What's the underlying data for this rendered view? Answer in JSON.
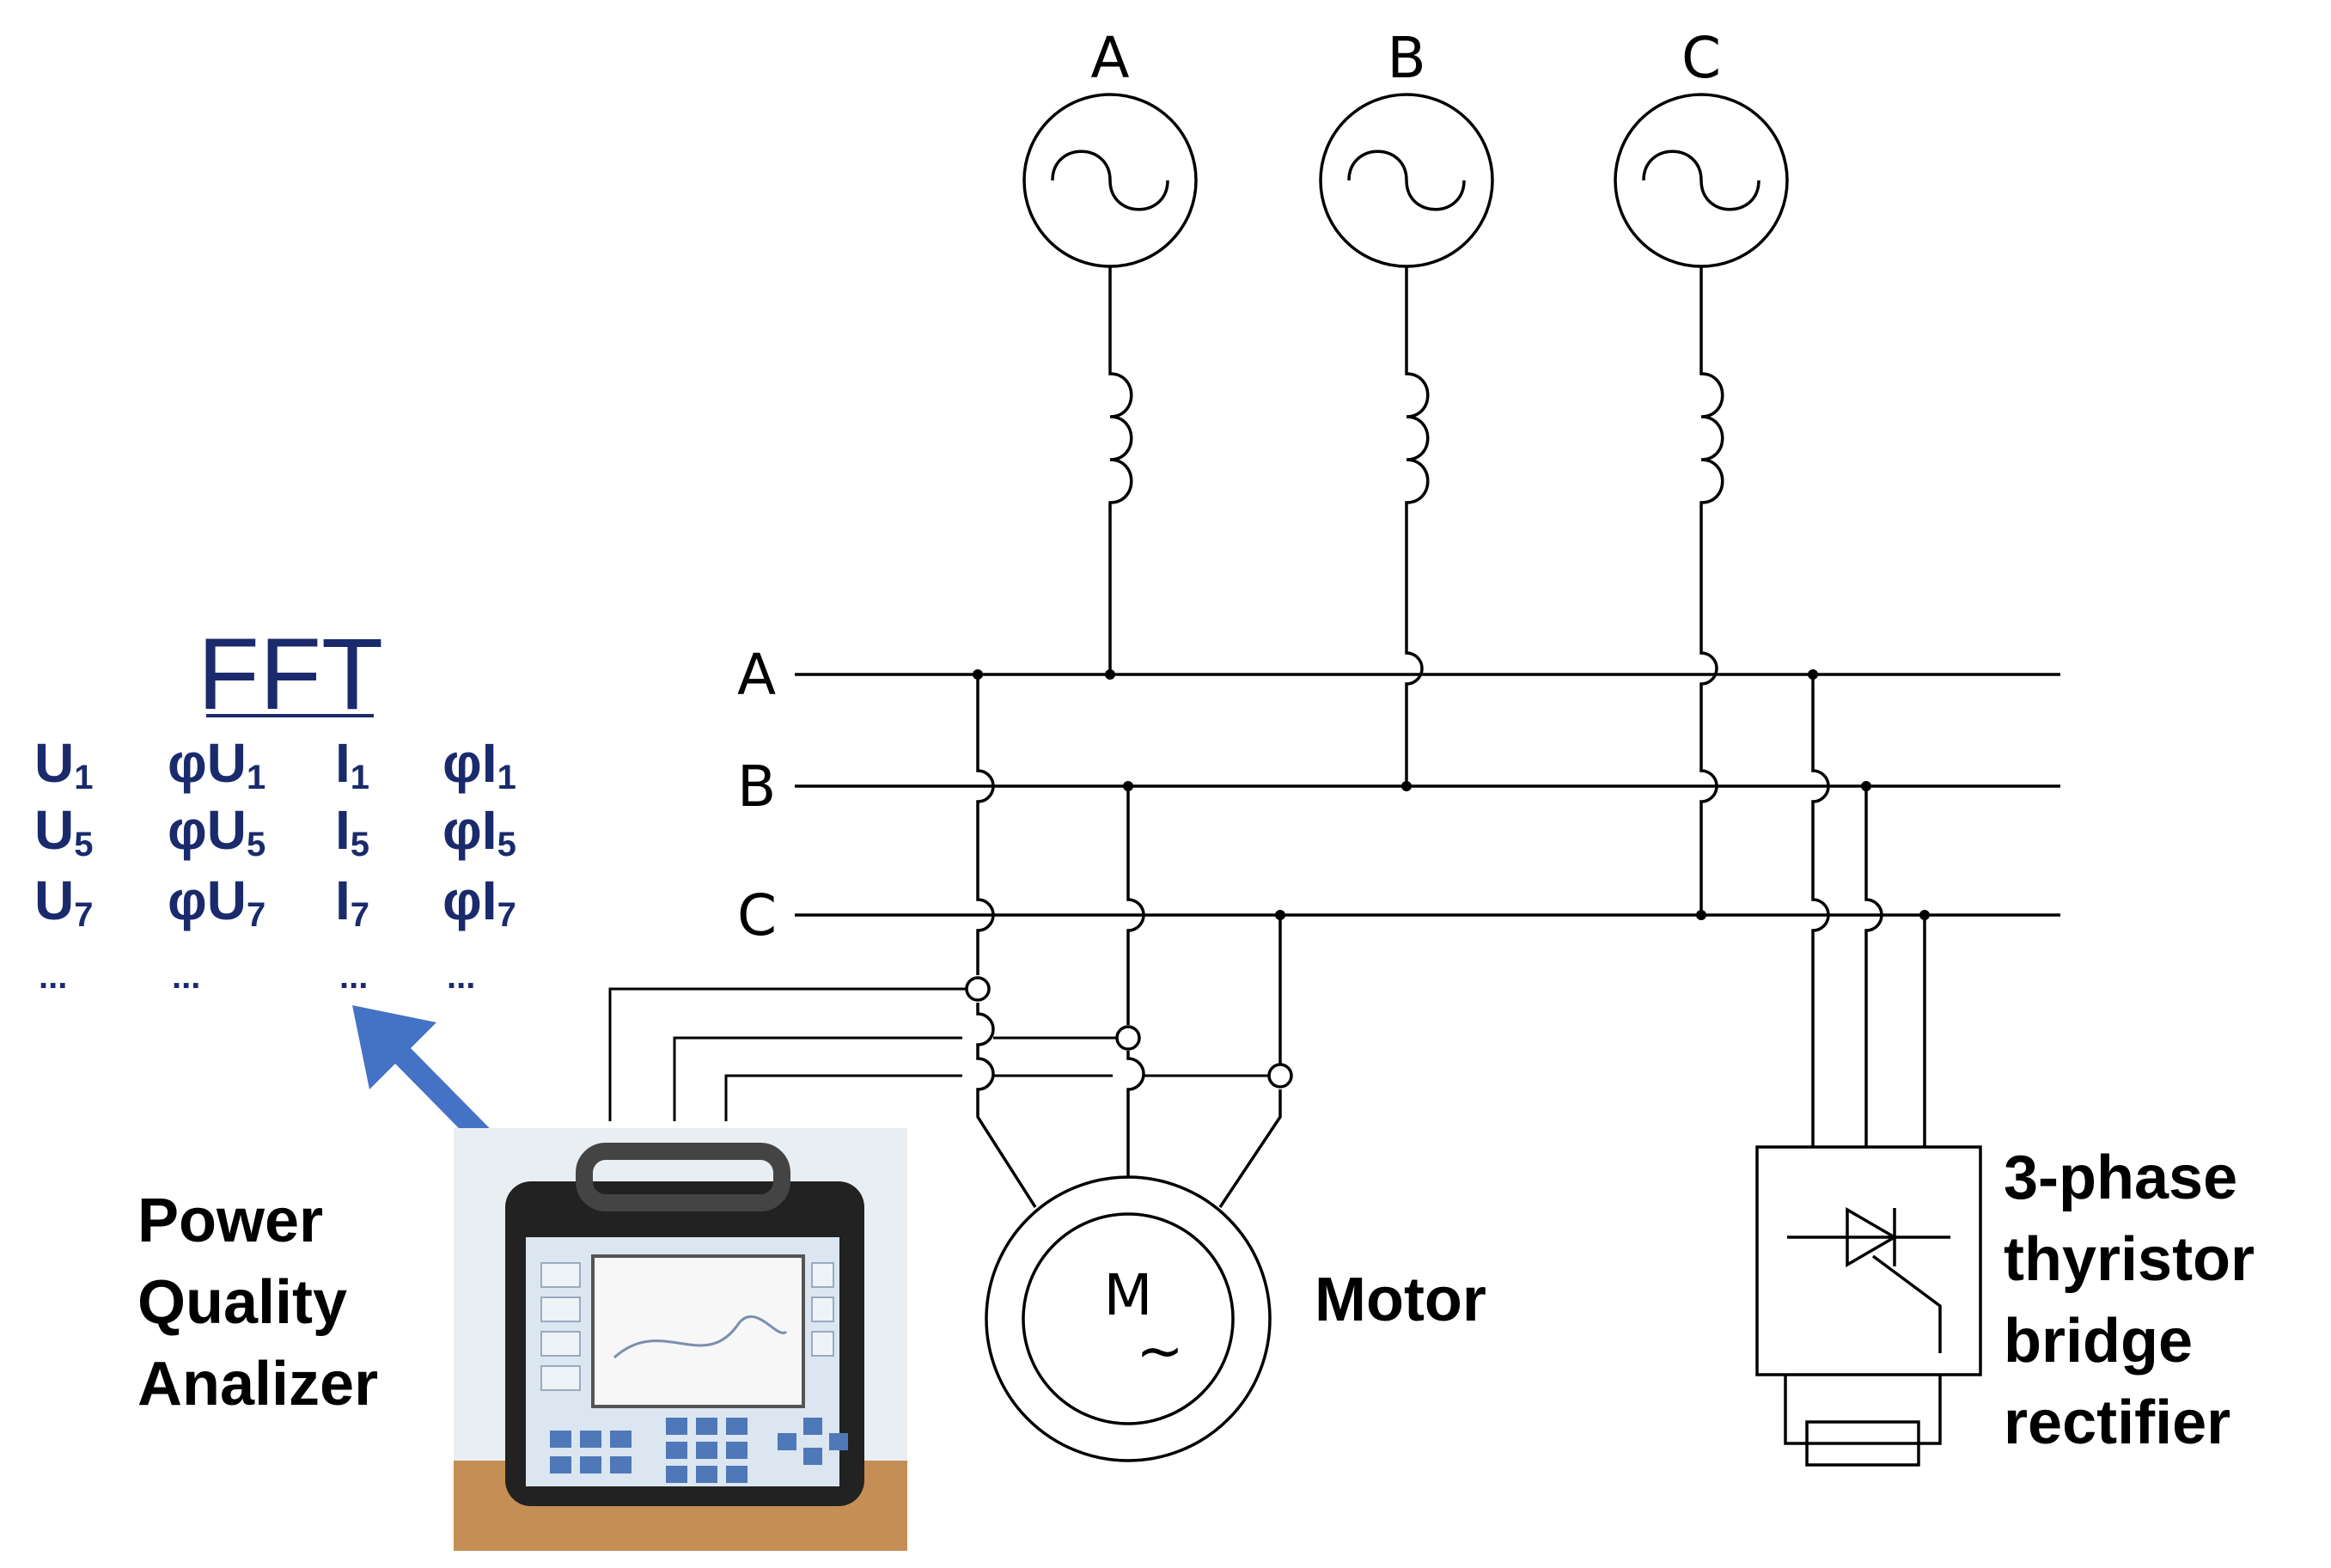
{
  "sources": [
    {
      "label": "A"
    },
    {
      "label": "B"
    },
    {
      "label": "C"
    }
  ],
  "buses": [
    {
      "label": "A"
    },
    {
      "label": "B"
    },
    {
      "label": "C"
    }
  ],
  "fft": {
    "title": "FFT",
    "rows": [
      [
        {
          "base": "U",
          "sub": "1"
        },
        {
          "base": "φU",
          "sub": "1"
        },
        {
          "base": "I",
          "sub": "1"
        },
        {
          "base": "φI",
          "sub": "1"
        }
      ],
      [
        {
          "base": "U",
          "sub": "5"
        },
        {
          "base": "φU",
          "sub": "5"
        },
        {
          "base": "I",
          "sub": "5"
        },
        {
          "base": "φI",
          "sub": "5"
        }
      ],
      [
        {
          "base": "U",
          "sub": "7"
        },
        {
          "base": "φU",
          "sub": "7"
        },
        {
          "base": "I",
          "sub": "7"
        },
        {
          "base": "φI",
          "sub": "7"
        }
      ]
    ],
    "ellipsis": [
      "...",
      "...",
      "...",
      "..."
    ]
  },
  "analyzer_label": [
    "Power",
    "Quality",
    "Analizer"
  ],
  "motor_symbol": "M",
  "motor_symbol_tilde": "~",
  "motor_label": "Motor",
  "rectifier_label": [
    "3-phase",
    "thyristor",
    "bridge",
    "rectifier"
  ],
  "colors": {
    "fft_text": "#1a2a6c",
    "arrow": "#4472c4",
    "line": "#000000"
  }
}
